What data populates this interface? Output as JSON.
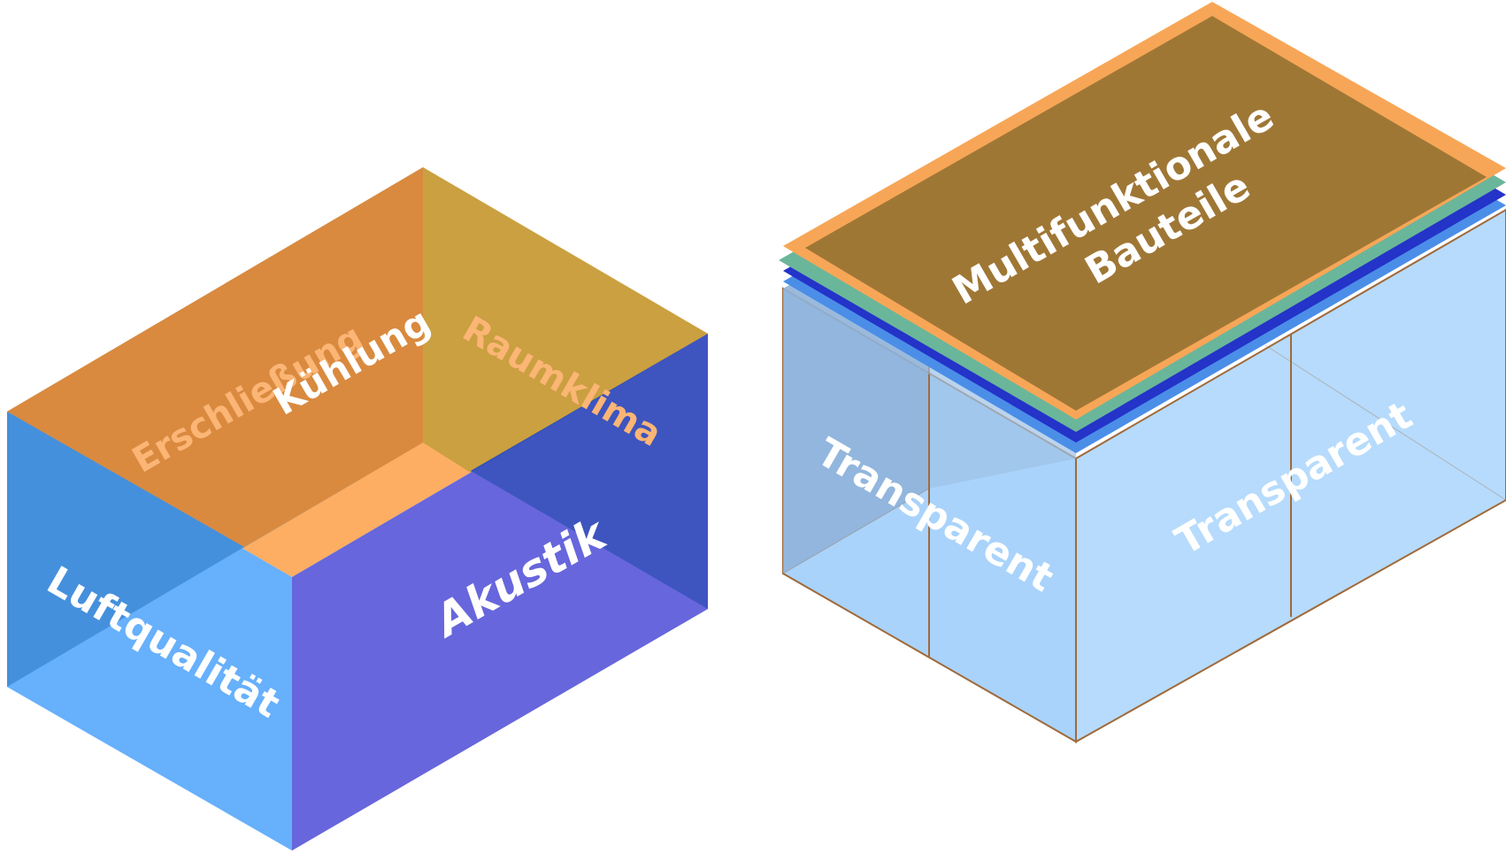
{
  "left_box": {
    "labels": {
      "erschliessung": "Erschließung",
      "kuehlung": "Kühlung",
      "raumklima": "Raumklima",
      "luftqualitaet": "Luftqualität",
      "akustik": "Akustik"
    },
    "colors": {
      "top_orange": "#d98a3f",
      "top_gold": "#caa040",
      "floor": "#fdae62",
      "left_face": "#67b0fb",
      "left_back": "#4590dc",
      "front_face": "#6766dc",
      "back_right": "#3050b5",
      "faded_label": "#fbb575",
      "white": "#ffffff"
    }
  },
  "right_box": {
    "labels": {
      "title_line1": "Multifunktionale",
      "title_line2": "Bauteile",
      "transparent_left": "Transparent",
      "transparent_right": "Transparent"
    },
    "colors": {
      "glass": "#a9d3fb",
      "glass_dark": "#8fb3d9",
      "edge": "#a06a3a",
      "plate_orange": "#f7a657",
      "plate_green": "#6ab69a",
      "plate_blue_dark": "#2433c8",
      "plate_blue": "#4b8ee8",
      "roof": "#9f7735"
    }
  }
}
